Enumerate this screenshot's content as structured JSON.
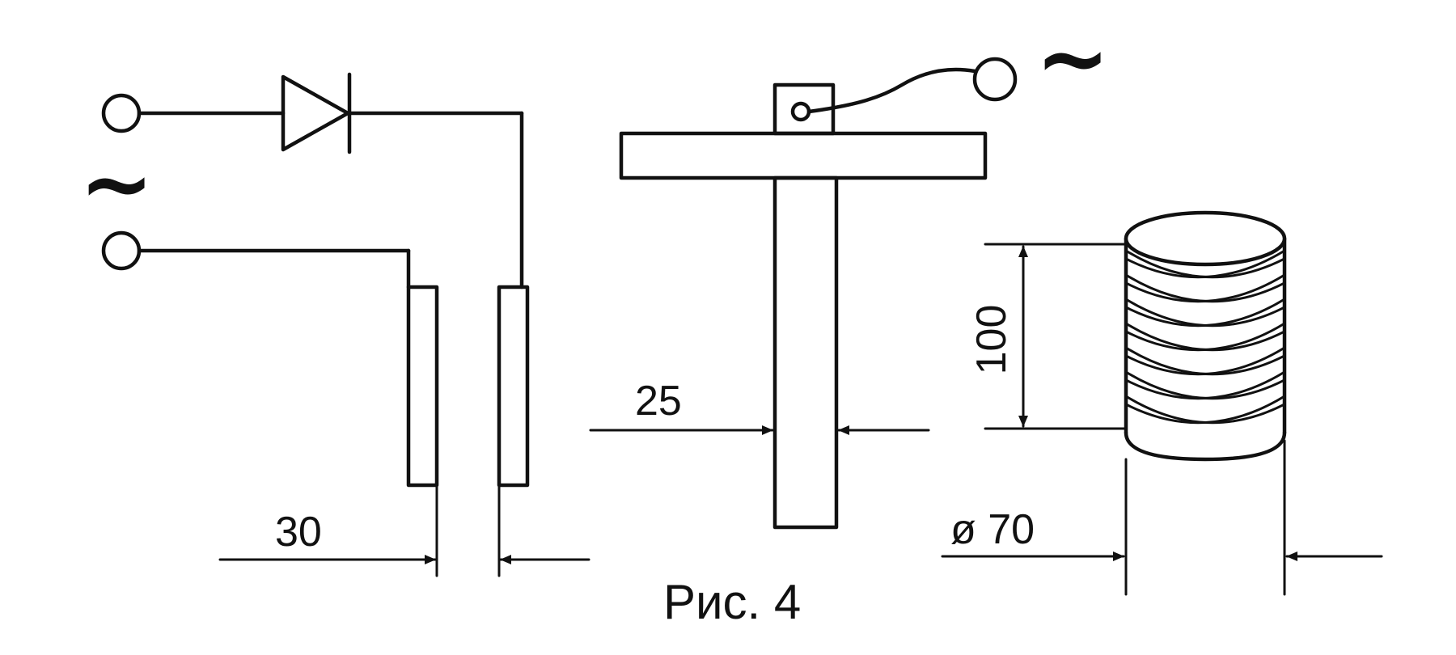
{
  "figure": {
    "caption": "Рис. 4",
    "ac_symbol": "~",
    "dimensions": {
      "plate_gap": "30",
      "rod_width": "25",
      "cylinder_height": "100",
      "cylinder_diameter": "ø 70"
    }
  },
  "colors": {
    "ink": "#111111",
    "paper": "#ffffff"
  }
}
